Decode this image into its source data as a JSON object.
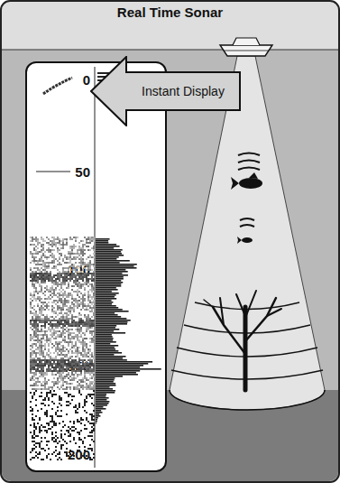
{
  "diagram": {
    "title": "Real Time Sonar",
    "nodes": [
      {
        "text": [
          "0",
          "50",
          "100",
          "150",
          "200"
        ]
      },
      {
        "text": [
          "Instant Display"
        ]
      }
    ]
  }
}
